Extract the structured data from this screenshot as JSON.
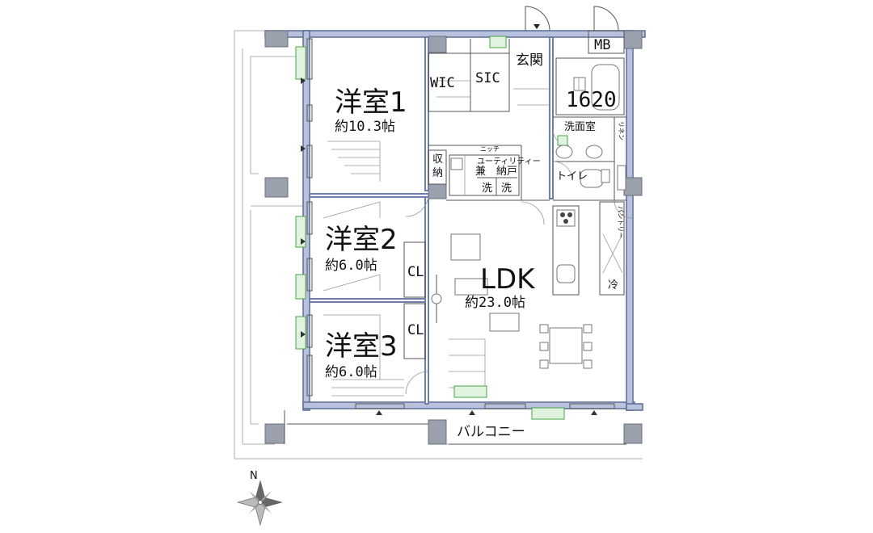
{
  "rooms": {
    "western1_name": "洋室1",
    "western1_area": "約10.3帖",
    "western2_name": "洋室2",
    "western2_area": "約6.0帖",
    "western3_name": "洋室3",
    "western3_area": "約6.0帖",
    "ldk_name": "LDK",
    "ldk_area": "約23.0帖"
  },
  "storage": {
    "wic": "WIC",
    "sic": "SIC",
    "closet_1": "CL",
    "closet_2": "CL",
    "shuno_top": "収",
    "shuno_bottom": "納",
    "niche": "ニッチ",
    "utility_line1": "ユーティリティー",
    "utility_line2": "兼　納戸",
    "linen": "リネン",
    "pantry": "パントリー"
  },
  "wet": {
    "bath": "1620",
    "washroom": "洗面室",
    "toilet": "トイレ",
    "wash_1": "洗",
    "wash_2": "洗",
    "fridge": "冷"
  },
  "entry": {
    "genkan": "玄関",
    "mb": "MB"
  },
  "exterior": {
    "balcony": "バルコニー"
  },
  "compass": {
    "north": "N"
  }
}
